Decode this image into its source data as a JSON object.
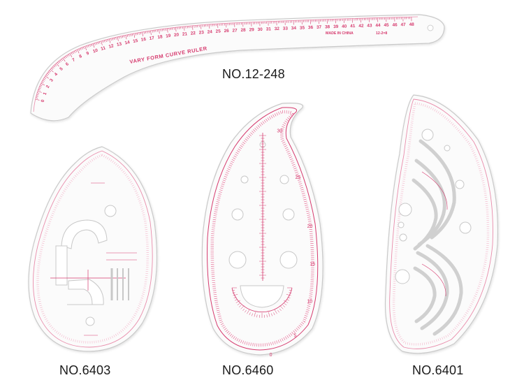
{
  "rulers": [
    {
      "model": "NO.12-248",
      "printed_title": "VARY FORM CURVE RULER",
      "printed_origin": "MADE IN CHINA",
      "printed_code": "12-2=8",
      "scale_labels": [
        "0",
        "1",
        "2",
        "3",
        "4",
        "5",
        "6",
        "7",
        "8",
        "9",
        "10",
        "11",
        "12",
        "13",
        "14",
        "15",
        "16",
        "17",
        "18",
        "19",
        "20",
        "21",
        "22",
        "23",
        "24",
        "25",
        "26",
        "27",
        "28",
        "29",
        "30",
        "31",
        "32",
        "33",
        "34",
        "35",
        "36",
        "37",
        "38",
        "39",
        "40",
        "41",
        "42",
        "43",
        "44",
        "45",
        "46",
        "47",
        "48"
      ]
    },
    {
      "model": "NO.6403"
    },
    {
      "model": "NO.6460",
      "scale_labels": [
        "0",
        "5",
        "10",
        "15",
        "20",
        "25",
        "30"
      ]
    },
    {
      "model": "NO.6401"
    }
  ],
  "colors": {
    "ink": "#d63a6e",
    "ink_light": "#f2a7c0",
    "outline": "#c9c9c9",
    "plastic": "#fbfbfb"
  }
}
